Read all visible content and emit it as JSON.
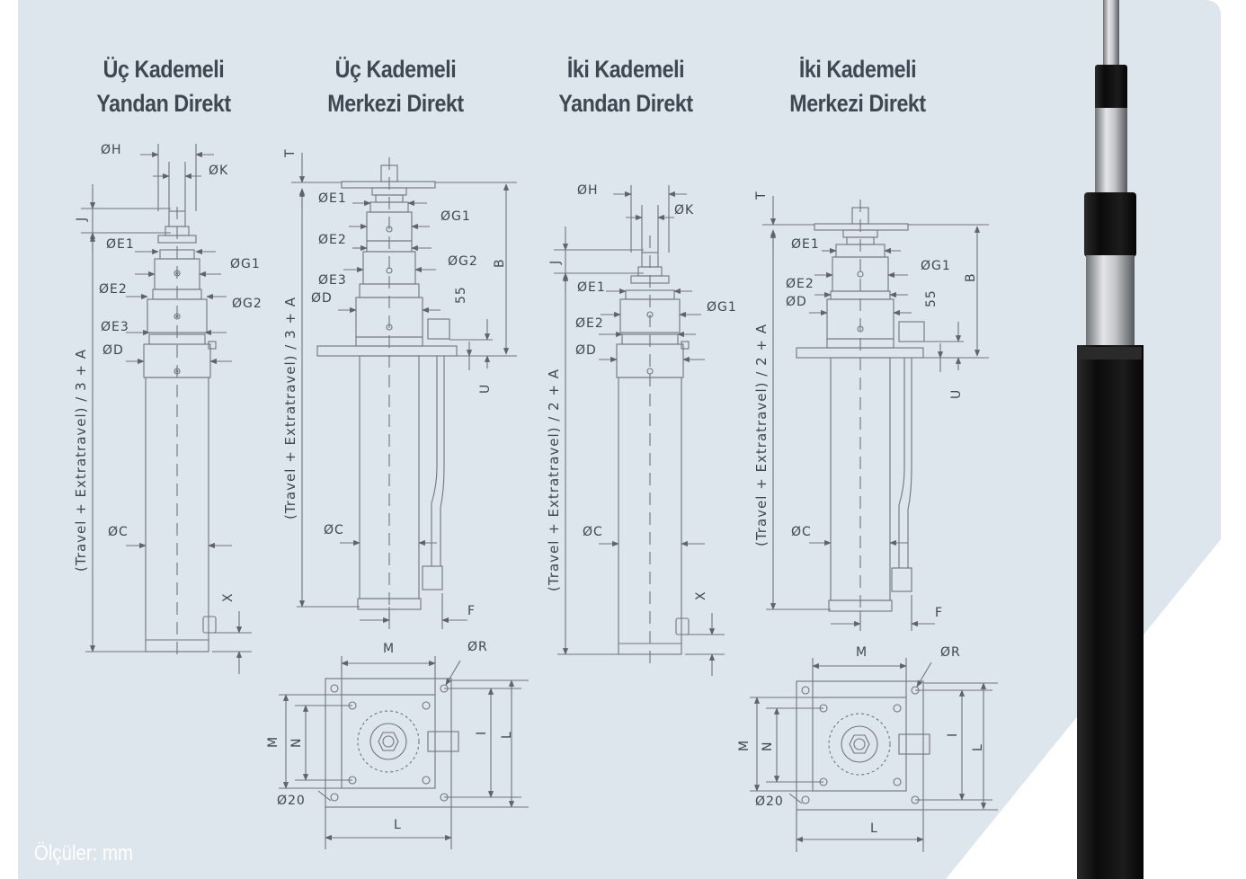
{
  "titles": [
    {
      "line1": "Üç Kademeli",
      "line2": "Yandan Direkt"
    },
    {
      "line1": "Üç Kademeli",
      "line2": "Merkezi Direkt"
    },
    {
      "line1": "İki Kademeli",
      "line2": "Yandan Direkt"
    },
    {
      "line1": "İki Kademeli",
      "line2": "Merkezi Direkt"
    }
  ],
  "units_note": "Ölçüler: mm",
  "labels": {
    "H": "ØH",
    "K": "ØK",
    "E1": "ØE1",
    "E2": "ØE2",
    "E3": "ØE3",
    "G1": "ØG1",
    "G2": "ØG2",
    "D": "ØD",
    "C": "ØC",
    "J": "J",
    "X": "X",
    "T": "T",
    "B": "B",
    "U": "U",
    "F": "F",
    "M": "M",
    "N": "N",
    "I": "I",
    "L": "L",
    "R": "ØR",
    "d20": "Ø20",
    "n55": "55",
    "travel3": "(Travel + Extratravel) / 3 + A",
    "travel2": "(Travel + Extratravel) / 2 + A"
  },
  "colors": {
    "panel": "#dde6ec",
    "line": "#6f767d",
    "title": "#3f4752",
    "mast_black": "#141414",
    "mast_silver": "#b9bcbf"
  }
}
